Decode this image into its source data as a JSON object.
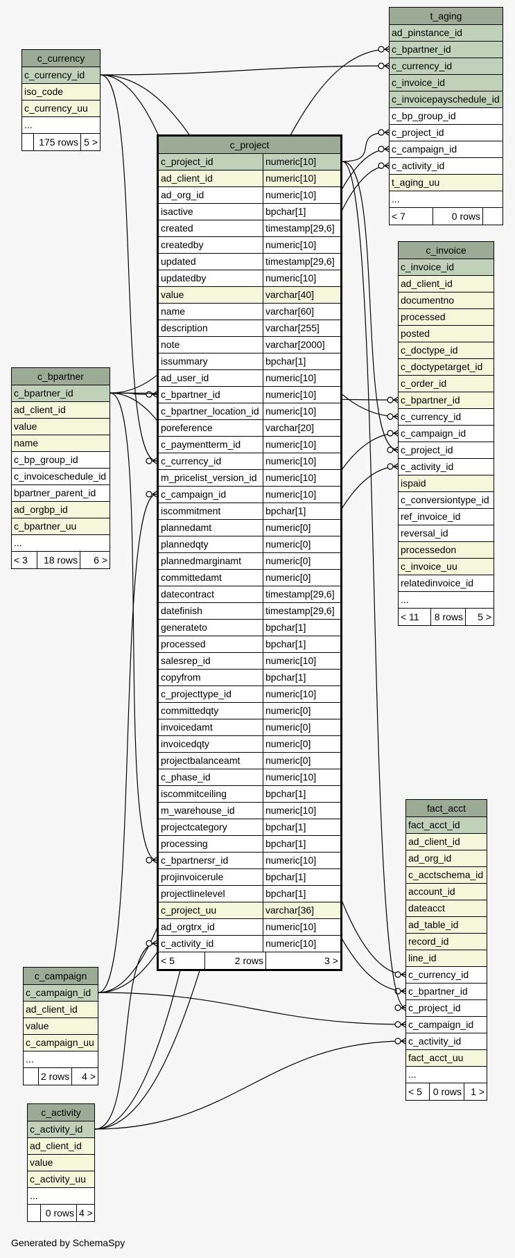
{
  "tables": [
    {
      "id": "t_aging",
      "title": "t_aging",
      "columns": [
        {
          "name": "ad_pinstance_id",
          "kind": "pk"
        },
        {
          "name": "c_bpartner_id",
          "kind": "pk"
        },
        {
          "name": "c_currency_id",
          "kind": "pk"
        },
        {
          "name": "c_invoice_id",
          "kind": "pk"
        },
        {
          "name": "c_invoicepayschedule_id",
          "kind": "pk"
        },
        {
          "name": "c_bp_group_id",
          "kind": "plain"
        },
        {
          "name": "c_project_id",
          "kind": "plain"
        },
        {
          "name": "c_campaign_id",
          "kind": "plain"
        },
        {
          "name": "c_activity_id",
          "kind": "plain"
        },
        {
          "name": "t_aging_uu",
          "kind": "idx"
        },
        {
          "name": "...",
          "kind": "plain"
        }
      ],
      "footer": [
        "< 7",
        "0 rows",
        ""
      ]
    },
    {
      "id": "c_currency",
      "title": "c_currency",
      "columns": [
        {
          "name": "c_currency_id",
          "kind": "pk"
        },
        {
          "name": "iso_code",
          "kind": "idx"
        },
        {
          "name": "c_currency_uu",
          "kind": "idx"
        },
        {
          "name": "...",
          "kind": "plain"
        }
      ],
      "footer": [
        "",
        "175 rows",
        "5 >"
      ]
    },
    {
      "id": "c_project",
      "title": "c_project",
      "columns": [
        {
          "name": "c_project_id",
          "type": "numeric[10]",
          "kind": "pk"
        },
        {
          "name": "ad_client_id",
          "type": "numeric[10]",
          "kind": "idx"
        },
        {
          "name": "ad_org_id",
          "type": "numeric[10]",
          "kind": "plain"
        },
        {
          "name": "isactive",
          "type": "bpchar[1]",
          "kind": "plain"
        },
        {
          "name": "created",
          "type": "timestamp[29,6]",
          "kind": "plain"
        },
        {
          "name": "createdby",
          "type": "numeric[10]",
          "kind": "plain"
        },
        {
          "name": "updated",
          "type": "timestamp[29,6]",
          "kind": "plain"
        },
        {
          "name": "updatedby",
          "type": "numeric[10]",
          "kind": "plain"
        },
        {
          "name": "value",
          "type": "varchar[40]",
          "kind": "idx"
        },
        {
          "name": "name",
          "type": "varchar[60]",
          "kind": "plain"
        },
        {
          "name": "description",
          "type": "varchar[255]",
          "kind": "plain"
        },
        {
          "name": "note",
          "type": "varchar[2000]",
          "kind": "plain"
        },
        {
          "name": "issummary",
          "type": "bpchar[1]",
          "kind": "plain"
        },
        {
          "name": "ad_user_id",
          "type": "numeric[10]",
          "kind": "plain"
        },
        {
          "name": "c_bpartner_id",
          "type": "numeric[10]",
          "kind": "plain"
        },
        {
          "name": "c_bpartner_location_id",
          "type": "numeric[10]",
          "kind": "plain"
        },
        {
          "name": "poreference",
          "type": "varchar[20]",
          "kind": "plain"
        },
        {
          "name": "c_paymentterm_id",
          "type": "numeric[10]",
          "kind": "plain"
        },
        {
          "name": "c_currency_id",
          "type": "numeric[10]",
          "kind": "plain"
        },
        {
          "name": "m_pricelist_version_id",
          "type": "numeric[10]",
          "kind": "plain"
        },
        {
          "name": "c_campaign_id",
          "type": "numeric[10]",
          "kind": "plain"
        },
        {
          "name": "iscommitment",
          "type": "bpchar[1]",
          "kind": "plain"
        },
        {
          "name": "plannedamt",
          "type": "numeric[0]",
          "kind": "plain"
        },
        {
          "name": "plannedqty",
          "type": "numeric[0]",
          "kind": "plain"
        },
        {
          "name": "plannedmarginamt",
          "type": "numeric[0]",
          "kind": "plain"
        },
        {
          "name": "committedamt",
          "type": "numeric[0]",
          "kind": "plain"
        },
        {
          "name": "datecontract",
          "type": "timestamp[29,6]",
          "kind": "plain"
        },
        {
          "name": "datefinish",
          "type": "timestamp[29,6]",
          "kind": "plain"
        },
        {
          "name": "generateto",
          "type": "bpchar[1]",
          "kind": "plain"
        },
        {
          "name": "processed",
          "type": "bpchar[1]",
          "kind": "plain"
        },
        {
          "name": "salesrep_id",
          "type": "numeric[10]",
          "kind": "plain"
        },
        {
          "name": "copyfrom",
          "type": "bpchar[1]",
          "kind": "plain"
        },
        {
          "name": "c_projecttype_id",
          "type": "numeric[10]",
          "kind": "plain"
        },
        {
          "name": "committedqty",
          "type": "numeric[0]",
          "kind": "plain"
        },
        {
          "name": "invoicedamt",
          "type": "numeric[0]",
          "kind": "plain"
        },
        {
          "name": "invoicedqty",
          "type": "numeric[0]",
          "kind": "plain"
        },
        {
          "name": "projectbalanceamt",
          "type": "numeric[0]",
          "kind": "plain"
        },
        {
          "name": "c_phase_id",
          "type": "numeric[10]",
          "kind": "plain"
        },
        {
          "name": "iscommitceiling",
          "type": "bpchar[1]",
          "kind": "plain"
        },
        {
          "name": "m_warehouse_id",
          "type": "numeric[10]",
          "kind": "plain"
        },
        {
          "name": "projectcategory",
          "type": "bpchar[1]",
          "kind": "plain"
        },
        {
          "name": "processing",
          "type": "bpchar[1]",
          "kind": "plain"
        },
        {
          "name": "c_bpartnersr_id",
          "type": "numeric[10]",
          "kind": "plain"
        },
        {
          "name": "projinvoicerule",
          "type": "bpchar[1]",
          "kind": "plain"
        },
        {
          "name": "projectlinelevel",
          "type": "bpchar[1]",
          "kind": "plain"
        },
        {
          "name": "c_project_uu",
          "type": "varchar[36]",
          "kind": "idx"
        },
        {
          "name": "ad_orgtrx_id",
          "type": "numeric[10]",
          "kind": "plain"
        },
        {
          "name": "c_activity_id",
          "type": "numeric[10]",
          "kind": "plain"
        }
      ],
      "footer": [
        "< 5",
        "2 rows",
        "3 >"
      ]
    },
    {
      "id": "c_invoice",
      "title": "c_invoice",
      "columns": [
        {
          "name": "c_invoice_id",
          "kind": "pk"
        },
        {
          "name": "ad_client_id",
          "kind": "idx"
        },
        {
          "name": "documentno",
          "kind": "idx"
        },
        {
          "name": "processed",
          "kind": "idx"
        },
        {
          "name": "posted",
          "kind": "idx"
        },
        {
          "name": "c_doctype_id",
          "kind": "idx"
        },
        {
          "name": "c_doctypetarget_id",
          "kind": "idx"
        },
        {
          "name": "c_order_id",
          "kind": "idx"
        },
        {
          "name": "c_bpartner_id",
          "kind": "idx"
        },
        {
          "name": "c_currency_id",
          "kind": "plain"
        },
        {
          "name": "c_campaign_id",
          "kind": "plain"
        },
        {
          "name": "c_project_id",
          "kind": "plain"
        },
        {
          "name": "c_activity_id",
          "kind": "plain"
        },
        {
          "name": "ispaid",
          "kind": "idx"
        },
        {
          "name": "c_conversiontype_id",
          "kind": "plain"
        },
        {
          "name": "ref_invoice_id",
          "kind": "plain"
        },
        {
          "name": "reversal_id",
          "kind": "plain"
        },
        {
          "name": "processedon",
          "kind": "idx"
        },
        {
          "name": "c_invoice_uu",
          "kind": "idx"
        },
        {
          "name": "relatedinvoice_id",
          "kind": "plain"
        },
        {
          "name": "...",
          "kind": "plain"
        }
      ],
      "footer": [
        "< 11",
        "8 rows",
        "5 >"
      ]
    },
    {
      "id": "c_bpartner",
      "title": "c_bpartner",
      "columns": [
        {
          "name": "c_bpartner_id",
          "kind": "pk"
        },
        {
          "name": "ad_client_id",
          "kind": "idx"
        },
        {
          "name": "value",
          "kind": "idx"
        },
        {
          "name": "name",
          "kind": "idx"
        },
        {
          "name": "c_bp_group_id",
          "kind": "plain"
        },
        {
          "name": "c_invoiceschedule_id",
          "kind": "plain"
        },
        {
          "name": "bpartner_parent_id",
          "kind": "plain"
        },
        {
          "name": "ad_orgbp_id",
          "kind": "idx"
        },
        {
          "name": "c_bpartner_uu",
          "kind": "idx"
        },
        {
          "name": "...",
          "kind": "plain"
        }
      ],
      "footer": [
        "< 3",
        "18 rows",
        "6 >"
      ]
    },
    {
      "id": "fact_acct",
      "title": "fact_acct",
      "columns": [
        {
          "name": "fact_acct_id",
          "kind": "pk"
        },
        {
          "name": "ad_client_id",
          "kind": "idx"
        },
        {
          "name": "ad_org_id",
          "kind": "idx"
        },
        {
          "name": "c_acctschema_id",
          "kind": "idx"
        },
        {
          "name": "account_id",
          "kind": "idx"
        },
        {
          "name": "dateacct",
          "kind": "idx"
        },
        {
          "name": "ad_table_id",
          "kind": "idx"
        },
        {
          "name": "record_id",
          "kind": "idx"
        },
        {
          "name": "line_id",
          "kind": "idx"
        },
        {
          "name": "c_currency_id",
          "kind": "plain"
        },
        {
          "name": "c_bpartner_id",
          "kind": "plain"
        },
        {
          "name": "c_project_id",
          "kind": "plain"
        },
        {
          "name": "c_campaign_id",
          "kind": "plain"
        },
        {
          "name": "c_activity_id",
          "kind": "plain"
        },
        {
          "name": "fact_acct_uu",
          "kind": "idx"
        },
        {
          "name": "...",
          "kind": "plain"
        }
      ],
      "footer": [
        "< 5",
        "0 rows",
        "1 >"
      ]
    },
    {
      "id": "c_campaign",
      "title": "c_campaign",
      "columns": [
        {
          "name": "c_campaign_id",
          "kind": "pk"
        },
        {
          "name": "ad_client_id",
          "kind": "idx"
        },
        {
          "name": "value",
          "kind": "idx"
        },
        {
          "name": "c_campaign_uu",
          "kind": "idx"
        },
        {
          "name": "...",
          "kind": "plain"
        }
      ],
      "footer": [
        "",
        "2 rows",
        "4 >"
      ]
    },
    {
      "id": "c_activity",
      "title": "c_activity",
      "columns": [
        {
          "name": "c_activity_id",
          "kind": "pk"
        },
        {
          "name": "ad_client_id",
          "kind": "idx"
        },
        {
          "name": "value",
          "kind": "idx"
        },
        {
          "name": "c_activity_uu",
          "kind": "idx"
        },
        {
          "name": "...",
          "kind": "plain"
        }
      ],
      "footer": [
        "",
        "0 rows",
        "4 >"
      ]
    }
  ],
  "relationships": [
    {
      "from": "t_aging.c_bpartner_id",
      "to": "c_bpartner.c_bpartner_id"
    },
    {
      "from": "t_aging.c_currency_id",
      "to": "c_currency.c_currency_id"
    },
    {
      "from": "t_aging.c_project_id",
      "to": "c_project.c_project_id"
    },
    {
      "from": "t_aging.c_campaign_id",
      "to": "c_campaign.c_campaign_id"
    },
    {
      "from": "t_aging.c_activity_id",
      "to": "c_activity.c_activity_id"
    },
    {
      "from": "c_project.c_bpartner_id",
      "to": "c_bpartner.c_bpartner_id"
    },
    {
      "from": "c_project.c_currency_id",
      "to": "c_currency.c_currency_id"
    },
    {
      "from": "c_project.c_campaign_id",
      "to": "c_campaign.c_campaign_id"
    },
    {
      "from": "c_project.c_bpartnersr_id",
      "to": "c_bpartner.c_bpartner_id"
    },
    {
      "from": "c_project.c_activity_id",
      "to": "c_activity.c_activity_id"
    },
    {
      "from": "c_invoice.c_bpartner_id",
      "to": "c_bpartner.c_bpartner_id"
    },
    {
      "from": "c_invoice.c_currency_id",
      "to": "c_currency.c_currency_id"
    },
    {
      "from": "c_invoice.c_campaign_id",
      "to": "c_campaign.c_campaign_id"
    },
    {
      "from": "c_invoice.c_project_id",
      "to": "c_project.c_project_id"
    },
    {
      "from": "c_invoice.c_activity_id",
      "to": "c_activity.c_activity_id"
    },
    {
      "from": "fact_acct.c_currency_id",
      "to": "c_currency.c_currency_id"
    },
    {
      "from": "fact_acct.c_bpartner_id",
      "to": "c_bpartner.c_bpartner_id"
    },
    {
      "from": "fact_acct.c_project_id",
      "to": "c_project.c_project_id"
    },
    {
      "from": "fact_acct.c_campaign_id",
      "to": "c_campaign.c_campaign_id"
    },
    {
      "from": "fact_acct.c_activity_id",
      "to": "c_activity.c_activity_id"
    }
  ],
  "generated_by": "Generated by SchemaSpy",
  "colors": {
    "background": "#f7f7f7",
    "title": "#9bab96",
    "primary_key": "#bfd1b9",
    "indexed": "#f4f7da",
    "plain": "#ffffff",
    "line": "#000000"
  }
}
